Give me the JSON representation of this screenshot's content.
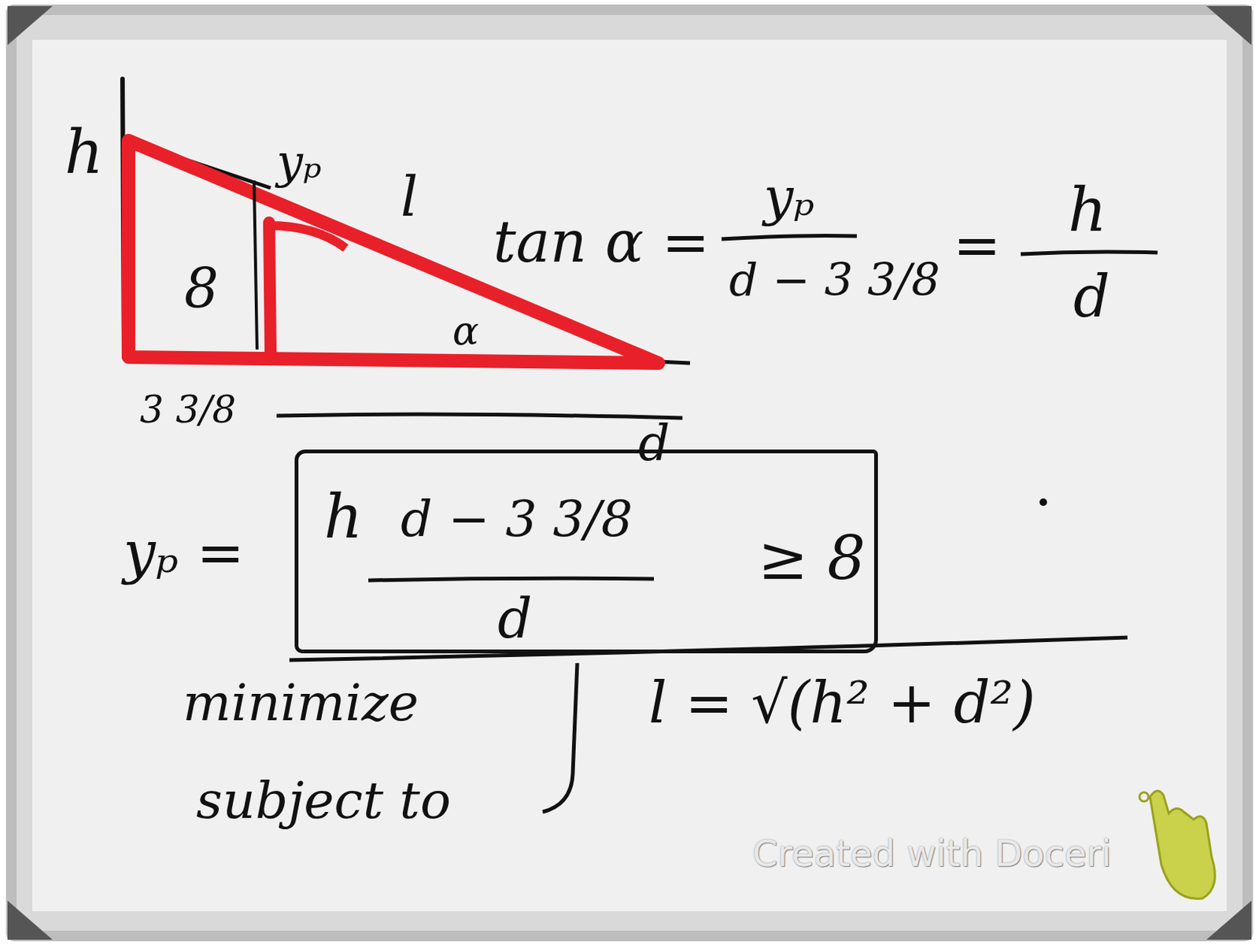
{
  "diagram": {
    "nodes": [
      {
        "text": [
          "h",
          "d − 3 3/8",
          "d",
          "≥ 8"
        ]
      }
    ],
    "labels": [
      "h",
      "yₚ",
      "l",
      "8",
      "α",
      "3 3/8",
      "d",
      "tan α =",
      "yₚ",
      "d − 3 3/8",
      "=",
      "h",
      "d",
      "yₚ =",
      "minimize",
      "subject to",
      "l = √(h² + d²)",
      "Created with Doceri"
    ]
  }
}
